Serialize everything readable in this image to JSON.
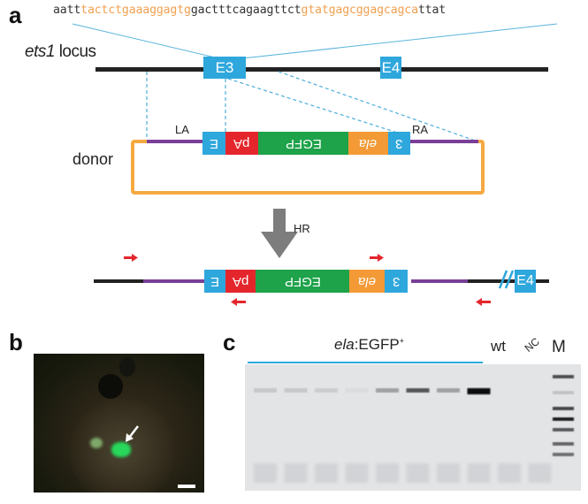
{
  "panel_a": {
    "label": "a",
    "sequence": [
      {
        "text": "aatt",
        "highlight": false
      },
      {
        "text": "tactctgaaaggagtg",
        "highlight": true
      },
      {
        "text": "gactttcagaagttct",
        "highlight": false
      },
      {
        "text": "gtatgagcggagcagca",
        "highlight": true
      },
      {
        "text": "ttat",
        "highlight": false
      }
    ],
    "locus_label_italic": "ets1",
    "locus_label_rest": " locus",
    "exon3": "E3",
    "exon4": "E4",
    "donor_label": "donor",
    "left_arm": "LA",
    "right_arm": "RA",
    "cassette": {
      "e": "E",
      "pa": "pA",
      "egfp": "EGFP",
      "ela": "ela",
      "three": "3"
    },
    "hr_label": "HR",
    "result_exon4": "E4",
    "colors": {
      "exon": "#2ea7dc",
      "pa": "#e4262c",
      "egfp": "#1ea24a",
      "ela": "#f39a36",
      "arm": "#7a3f98",
      "plasmid": "#f6a941",
      "primer": "#e4262c",
      "arrow": "#7d7d7d",
      "dash": "#5ab4dc"
    }
  },
  "panel_b": {
    "label": "b",
    "image_desc": "fluorescence micrograph of larva with EGFP+ pancreas (arrow)"
  },
  "panel_c": {
    "label": "c",
    "group_label_italic": "ela",
    "group_label_rest": ":EGFP",
    "group_label_sup": "+",
    "wt_label": "wt",
    "nc_label": "NC",
    "marker_label": "M",
    "lane_band_intensity": [
      0.12,
      0.12,
      0.1,
      0.03,
      0.3,
      0.65,
      0.3,
      1.0,
      0,
      0
    ],
    "marker_band_intensity": [
      0.7,
      0.15,
      0.75,
      0.95,
      0.65,
      0.6,
      0.55
    ]
  }
}
